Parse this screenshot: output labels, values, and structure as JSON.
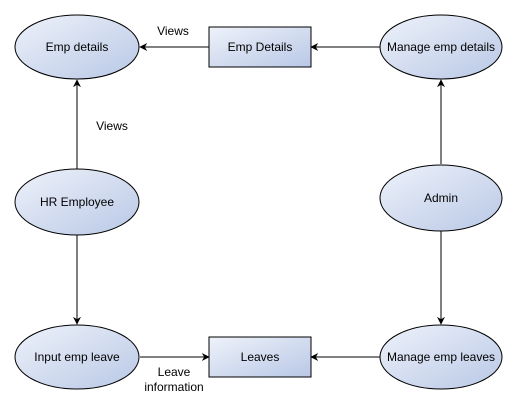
{
  "nodes": {
    "emp_details_view": "Emp details",
    "emp_details_store": "Emp Details",
    "manage_emp_details": "Manage emp details",
    "hr_employee": "HR Employee",
    "admin": "Admin",
    "input_emp_leave": "Input emp leave",
    "leaves_store": "Leaves",
    "manage_emp_leaves": "Manage emp leaves"
  },
  "edge_labels": {
    "views_top": "Views",
    "views_left": "Views",
    "leave_information_line1": "Leave",
    "leave_information_line2": "information"
  },
  "colors": {
    "node_fill_light": "#eef2fa",
    "node_fill_dark": "#b9c8e6",
    "node_stroke": "#000000"
  }
}
